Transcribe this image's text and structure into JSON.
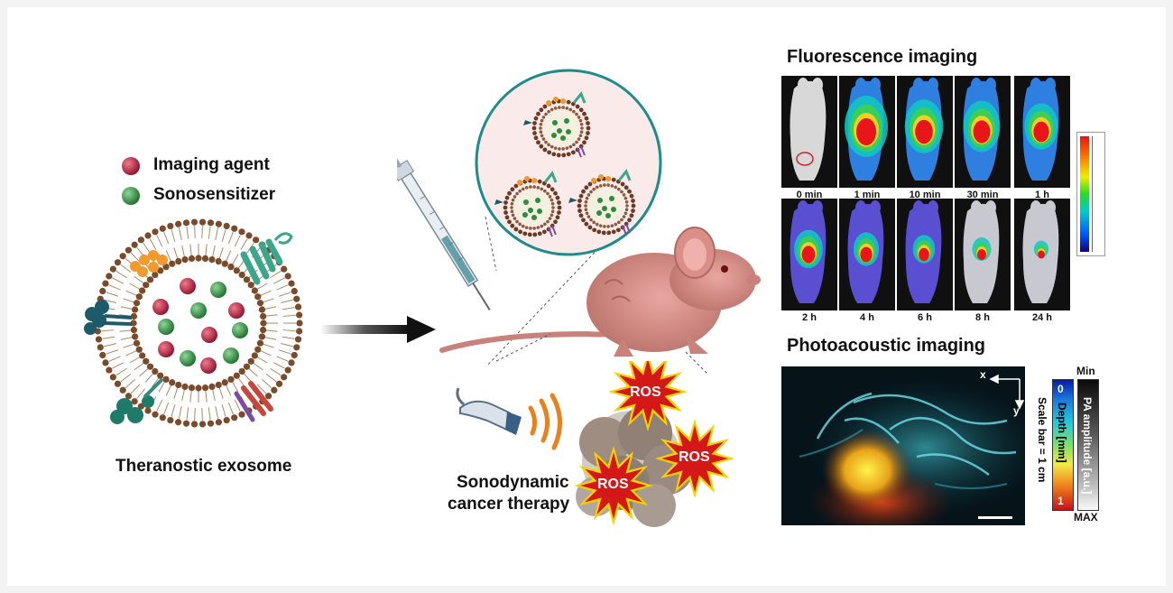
{
  "legend": {
    "imaging_agent": "Imaging agent",
    "sonosensitizer": "Sonosensitizer",
    "imaging_agent_color": "#b3173a",
    "sonosensitizer_color": "#2e8a3c"
  },
  "exosome_label": "Theranostic exosome",
  "therapy": {
    "line1": "Sonodynamic",
    "line2": "cancer therapy",
    "burst_labels": [
      "ROS",
      "ROS",
      "ROS"
    ]
  },
  "fluorescence": {
    "title": "Fluorescence imaging",
    "row1_times": [
      "0 min",
      "1 min",
      "10 min",
      "30 min",
      "1 h"
    ],
    "row2_times": [
      "2 h",
      "4 h",
      "6 h",
      "8 h",
      "24 h"
    ]
  },
  "photoacoustic": {
    "title": "Photoacoustic imaging",
    "axis_x": "x",
    "axis_y": "y",
    "scale_bar": "Scale bar = 1 cm",
    "depth_label": "Depth [mm]",
    "depth_min": "0",
    "depth_max": "1",
    "amp_label": "PA amplitude [a.u.]",
    "amp_min": "Min",
    "amp_max": "MAX"
  }
}
